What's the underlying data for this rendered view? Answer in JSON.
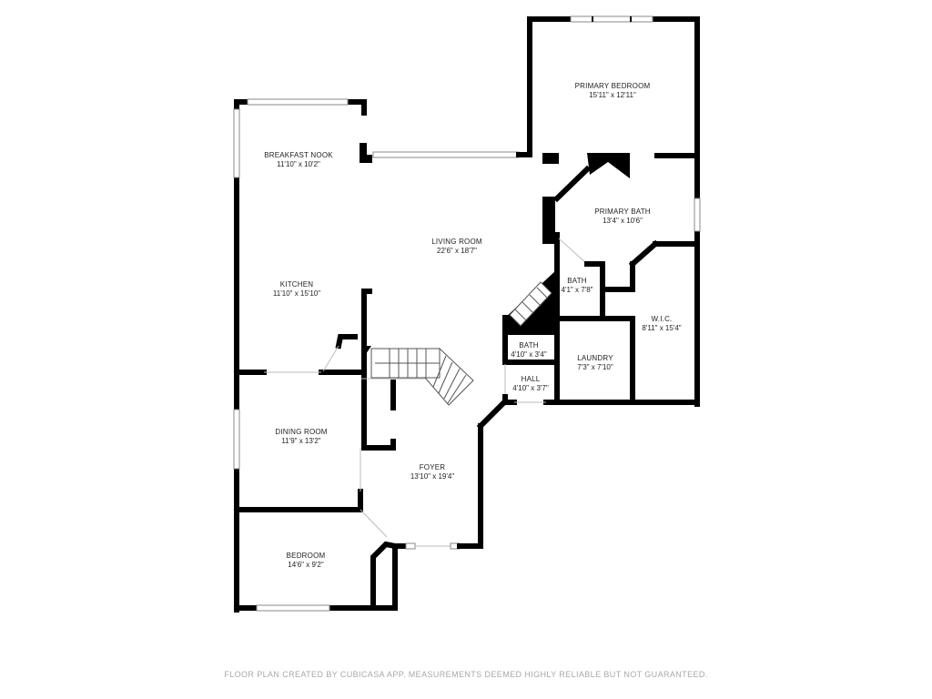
{
  "plan": {
    "rooms": [
      {
        "id": "primary-bedroom",
        "name": "PRIMARY BEDROOM",
        "dims": "15'11\" x 12'11\""
      },
      {
        "id": "breakfast-nook",
        "name": "BREAKFAST NOOK",
        "dims": "11'10\" x 10'2\""
      },
      {
        "id": "living-room",
        "name": "LIVING ROOM",
        "dims": "22'6\" x 18'7\""
      },
      {
        "id": "primary-bath",
        "name": "PRIMARY BATH",
        "dims": "13'4\" x 10'6\""
      },
      {
        "id": "kitchen",
        "name": "KITCHEN",
        "dims": "11'10\" x 15'10\""
      },
      {
        "id": "bath-1",
        "name": "BATH",
        "dims": "4'1\" x 7'8\""
      },
      {
        "id": "wic",
        "name": "W.I.C.",
        "dims": "8'11\" x 15'4\""
      },
      {
        "id": "bath-2",
        "name": "BATH",
        "dims": "4'10\" x 3'4\""
      },
      {
        "id": "laundry",
        "name": "LAUNDRY",
        "dims": "7'3\" x 7'10\""
      },
      {
        "id": "hall",
        "name": "HALL",
        "dims": "4'10\" x 3'7\""
      },
      {
        "id": "dining-room",
        "name": "DINING ROOM",
        "dims": "11'9\" x 13'2\""
      },
      {
        "id": "foyer",
        "name": "FOYER",
        "dims": "13'10\" x 19'4\""
      },
      {
        "id": "bedroom",
        "name": "BEDROOM",
        "dims": "14'6\" x 9'2\""
      }
    ]
  },
  "footer": {
    "disclaimer": "FLOOR PLAN CREATED BY CUBICASA APP. MEASUREMENTS DEEMED HIGHLY RELIABLE BUT NOT GUARANTEED."
  },
  "colors": {
    "wall": "#000000",
    "background": "#ffffff",
    "footer_text": "#a8a8a8"
  }
}
